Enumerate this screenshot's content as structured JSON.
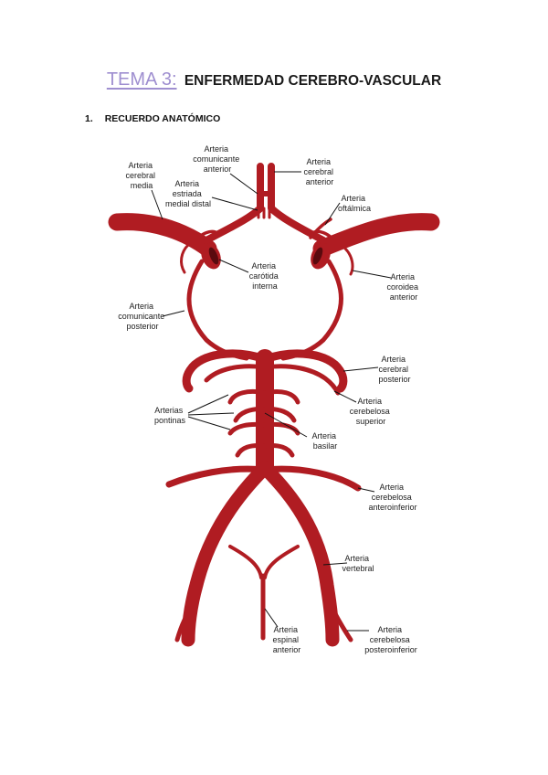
{
  "header": {
    "tema": "TEMA 3:",
    "title": "ENFERMEDAD CEREBRO-VASCULAR"
  },
  "section": {
    "number": "1.",
    "title": "RECUERDO ANATÓMICO"
  },
  "colors": {
    "artery": "#b01c22",
    "artery_dark": "#5a0a0e",
    "tema_accent": "#9f8fd0"
  },
  "labels": {
    "cerebral_media": [
      "Arteria",
      "cerebral",
      "media"
    ],
    "comunicante_anterior": [
      "Arteria",
      "comunicante",
      "anterior"
    ],
    "cerebral_anterior": [
      "Arteria",
      "cerebral",
      "anterior"
    ],
    "estriada_medial": [
      "Arteria",
      "estriada",
      "medial distal"
    ],
    "oftalmica": [
      "Arteria",
      "oftálmica"
    ],
    "carotida_interna": [
      "Arteria",
      "carótida",
      "interna"
    ],
    "coroidea_anterior": [
      "Arteria",
      "coroidea",
      "anterior"
    ],
    "comunicante_posterior": [
      "Arteria",
      "comunicante",
      "posterior"
    ],
    "cerebral_posterior": [
      "Arteria",
      "cerebral",
      "posterior"
    ],
    "cerebelosa_superior": [
      "Arteria",
      "cerebelosa",
      "superior"
    ],
    "pontinas": [
      "Arterias",
      "pontinas"
    ],
    "basilar": [
      "Arteria",
      "basilar"
    ],
    "cerebelosa_anteroinferior": [
      "Arteria",
      "cerebelosa",
      "anteroinferior"
    ],
    "vertebral": [
      "Arteria",
      "vertebral"
    ],
    "espinal_anterior": [
      "Arteria",
      "espinal",
      "anterior"
    ],
    "cerebelosa_posteroinferior": [
      "Arteria",
      "cerebelosa",
      "posteroinferior"
    ]
  }
}
